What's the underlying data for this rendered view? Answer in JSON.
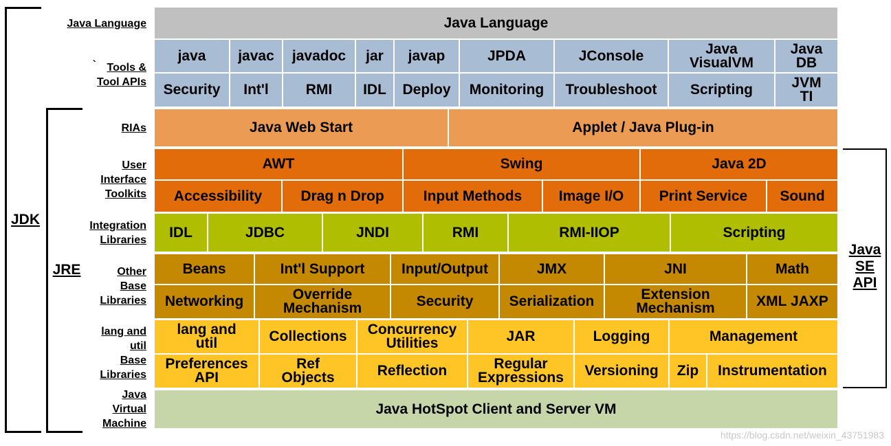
{
  "brackets": {
    "jdk": "JDK",
    "jre": "JRE",
    "java_se_api": "Java\nSE\nAPI"
  },
  "row_labels": {
    "java_language": "Java Language",
    "tools_prefix": "`",
    "tools": "Tools &\nTool APIs",
    "rias": "RIAs",
    "ui": "User\nInterface\nToolkits",
    "integration": "Integration\nLibraries",
    "other": "Other\nBase\nLibraries",
    "lang_util": "lang and\nutil\nBase\nLibraries",
    "jvm": "Java\nVirtual\nMachine"
  },
  "java_language": "Java Language",
  "tools_row1": [
    "java",
    "javac",
    "javadoc",
    "jar",
    "javap",
    "JPDA",
    "JConsole",
    "Java\nVisualVM",
    "Java\nDB"
  ],
  "tools_row2": [
    "Security",
    "Int'l",
    "RMI",
    "IDL",
    "Deploy",
    "Monitoring",
    "Troubleshoot",
    "Scripting",
    "JVM\nTI"
  ],
  "rias": [
    "Java Web Start",
    "Applet / Java Plug-in"
  ],
  "ui_row1": [
    "AWT",
    "Swing",
    "Java 2D"
  ],
  "ui_row2": [
    "Accessibility",
    "Drag n Drop",
    "Input Methods",
    "Image I/O",
    "Print Service",
    "Sound"
  ],
  "integration": [
    "IDL",
    "JDBC",
    "JNDI",
    "RMI",
    "RMI-IIOP",
    "Scripting"
  ],
  "other_row1": [
    "Beans",
    "Int'l Support",
    "Input/Output",
    "JMX",
    "JNI",
    "Math"
  ],
  "other_row2": [
    "Networking",
    "Override\nMechanism",
    "Security",
    "Serialization",
    "Extension\nMechanism",
    "XML JAXP"
  ],
  "lang_row1": [
    "lang and\nutil",
    "Collections",
    "Concurrency\nUtilities",
    "JAR",
    "Logging",
    "Management"
  ],
  "lang_row2": [
    "Preferences\nAPI",
    "Ref\nObjects",
    "Reflection",
    "Regular\nExpressions",
    "Versioning",
    "Zip",
    "Instrumentation"
  ],
  "jvm": "Java HotSpot Client and Server VM",
  "watermark": "https://blog.csdn.net/weixin_43751983"
}
